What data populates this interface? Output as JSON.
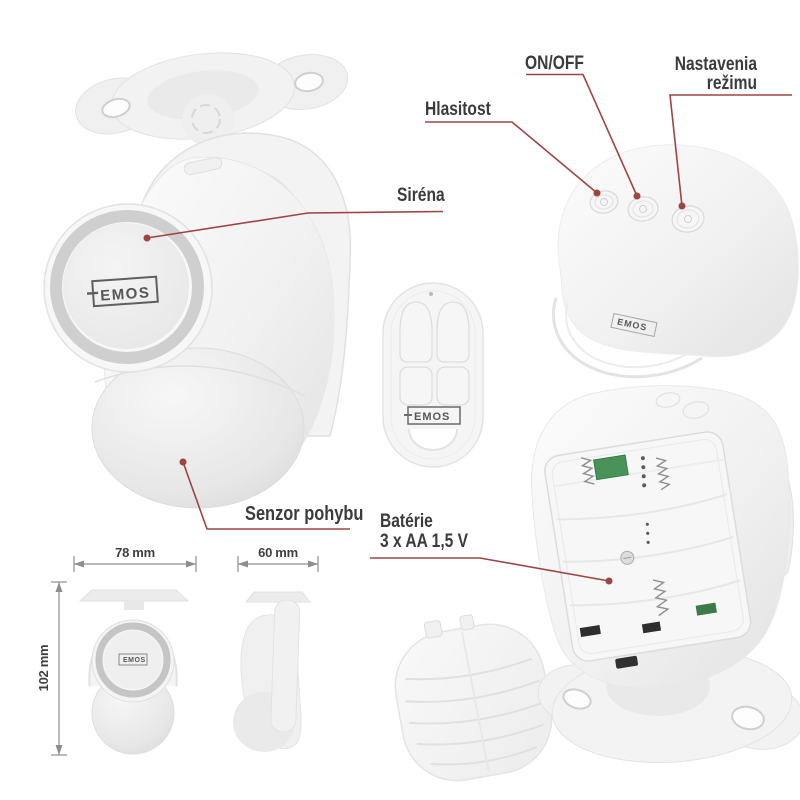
{
  "colors": {
    "accent": "#9e4543",
    "label_text": "#3b3b3b",
    "dimension_line": "#8e8e8e"
  },
  "brand": {
    "logo_text": "EMOS"
  },
  "callouts": {
    "hlasitost": {
      "label": "Hlasitost"
    },
    "on_off": {
      "label": "ON/OFF"
    },
    "mode": {
      "line1": "Nastavenia",
      "line2": "režimu"
    },
    "sirena": {
      "label": "Siréna"
    },
    "motion": {
      "label": "Senzor pohybu"
    },
    "battery": {
      "line1": "Batérie",
      "line2": "3 x AA 1,5 V"
    }
  },
  "dimensions": {
    "front_width": "78 mm",
    "side_depth": "60 mm",
    "height": "102 mm"
  }
}
